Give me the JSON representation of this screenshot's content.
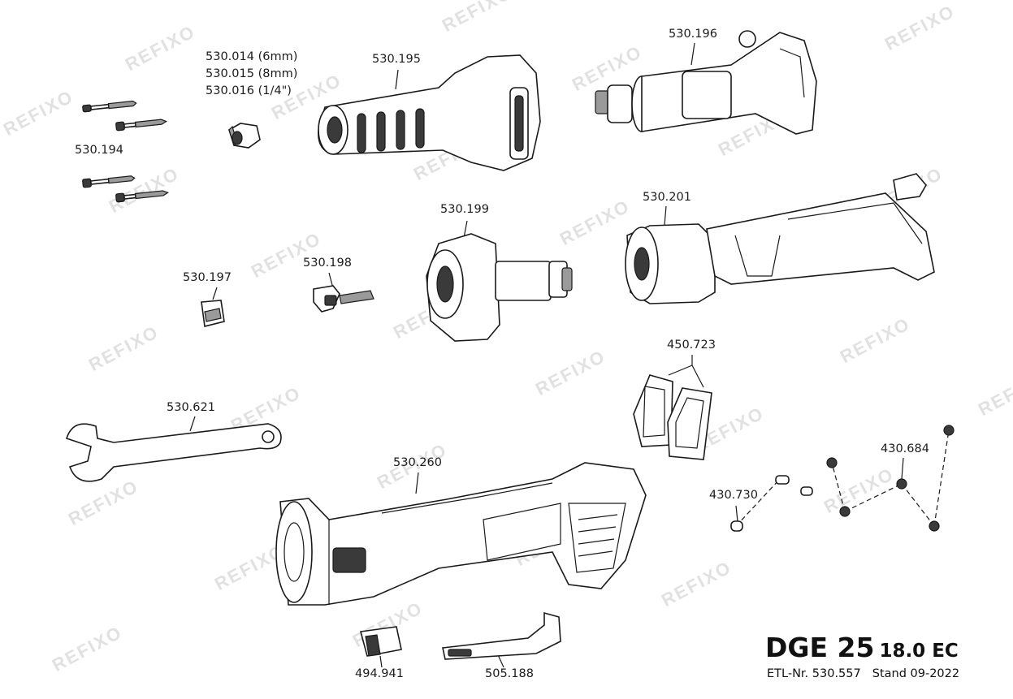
{
  "watermark": "REFIXO",
  "title": {
    "model": "DGE 25",
    "voltage": "18.0 EC"
  },
  "meta": {
    "etl": "ETL-Nr. 530.557",
    "stand": "Stand 09-2022"
  },
  "parts": {
    "collet_6mm": "530.014  (6mm)",
    "collet_8mm": "530.015  (8mm)",
    "collet_quarter": "530.016  (1/4\")",
    "front_housing": "530.195",
    "gear_head": "530.196",
    "screws": "530.194",
    "spindle_lock": "530.197",
    "button_spring": "530.198",
    "armature": "530.199",
    "motor_electronics": "530.201",
    "cover_caps": "450.723",
    "wrench": "530.621",
    "housing": "530.260",
    "screw_set": "430.684",
    "pins": "430.730",
    "switch_slider": "494.941",
    "switch_rod": "505.188"
  }
}
